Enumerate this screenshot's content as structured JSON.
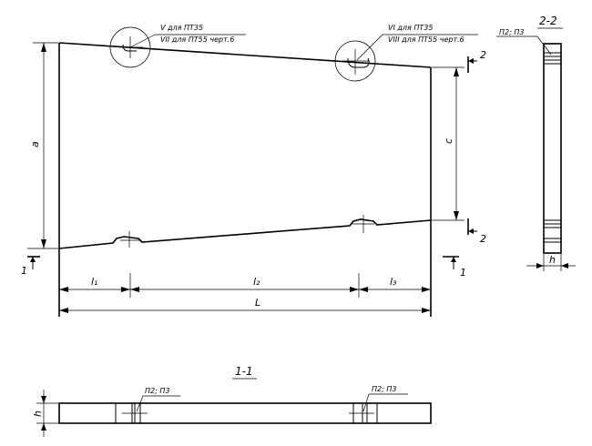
{
  "callouts": {
    "left_top": "V для ПТ35",
    "left_bottom": "VII для ПТ55 черт.6",
    "right_top": "VI для ПТ35",
    "right_bottom": "VIII для ПТ55 черт.6"
  },
  "dims": {
    "a": "a",
    "c": "c",
    "l1": "l₁",
    "l2": "l₂",
    "l3": "l₃",
    "L": "L",
    "h_side": "h",
    "h_bottom": "h"
  },
  "section_marks": {
    "left_1": "1",
    "right_1": "1",
    "top_2": "2",
    "bottom_2": "2"
  },
  "section_titles": {
    "s22": "2-2",
    "s11": "1-1"
  },
  "plate_labels": {
    "side_top": "П2; П3",
    "bottom_left": "П2; П3",
    "bottom_right": "П2; П3"
  }
}
